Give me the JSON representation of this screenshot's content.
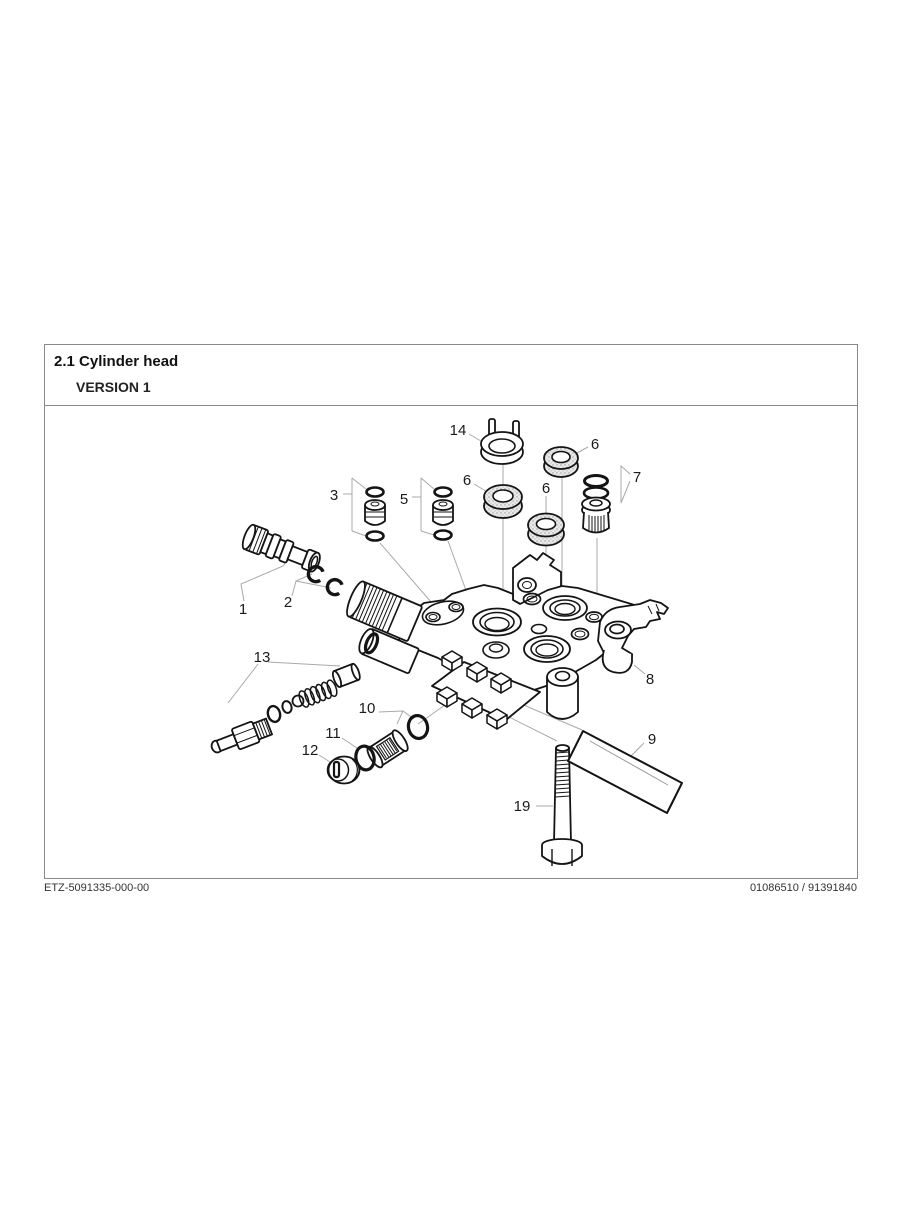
{
  "header": {
    "title": "2.1 Cylinder head",
    "version": "VERSION 1"
  },
  "footer": {
    "left_code": "ETZ-5091335-000-00",
    "right_code": "01086510 / 91391840"
  },
  "diagram": {
    "type": "exploded-parts-diagram",
    "subject": "Cylinder head assembly, exploded view",
    "colors": {
      "outline": "#141414",
      "leader": "#a9a9a9",
      "frame": "#8a8a8a"
    },
    "callouts": [
      {
        "label": "14"
      },
      {
        "label": "6"
      },
      {
        "label": "6"
      },
      {
        "label": "6"
      },
      {
        "label": "7"
      },
      {
        "label": "3"
      },
      {
        "label": "5"
      },
      {
        "label": "1"
      },
      {
        "label": "2"
      },
      {
        "label": "13"
      },
      {
        "label": "8"
      },
      {
        "label": "10"
      },
      {
        "label": "11"
      },
      {
        "label": "12"
      },
      {
        "label": "9"
      },
      {
        "label": "19"
      }
    ]
  }
}
